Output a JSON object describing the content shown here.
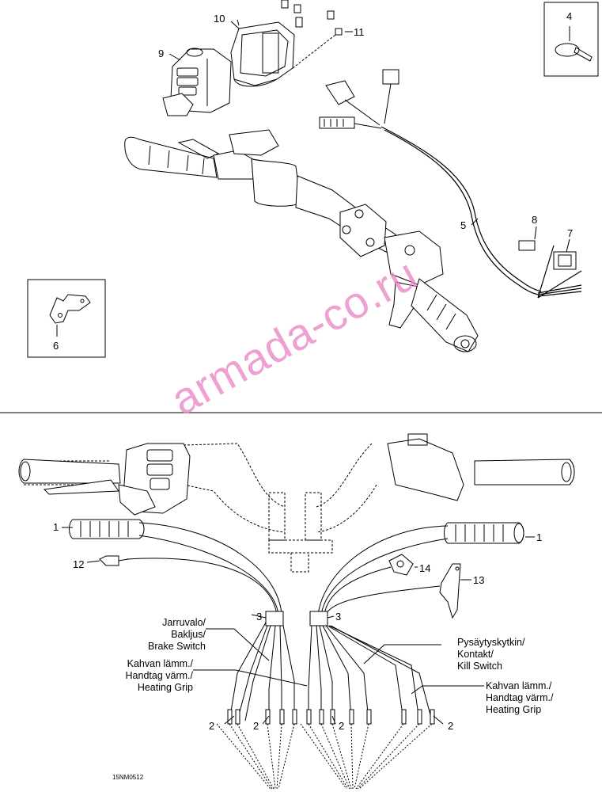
{
  "callouts": {
    "c1a": "1",
    "c1b": "1",
    "c2a": "2",
    "c2b": "2",
    "c2c": "2",
    "c2d": "2",
    "c3a": "3",
    "c3b": "3",
    "c4": "4",
    "c5": "5",
    "c6": "6",
    "c7": "7",
    "c8": "8",
    "c9": "9",
    "c10": "10",
    "c11": "11",
    "c12": "12",
    "c13": "13",
    "c14": "14"
  },
  "labels": {
    "brake": [
      "Jarruvalo/",
      "Bakljus/",
      "Brake Switch"
    ],
    "heat_left": [
      "Kahvan lämm./",
      "Handtag värm./",
      "Heating Grip"
    ],
    "kill": [
      "Pysäytyskytkin/",
      "Kontakt/",
      "Kill Switch"
    ],
    "heat_right": [
      "Kahvan lämm./",
      "Handtag värm./",
      "Heating Grip"
    ]
  },
  "drawing_code": "15NM0512",
  "watermark": "armada-co.ru",
  "colors": {
    "line": "#000000",
    "watermark": "#ea86c4",
    "background": "#ffffff"
  }
}
